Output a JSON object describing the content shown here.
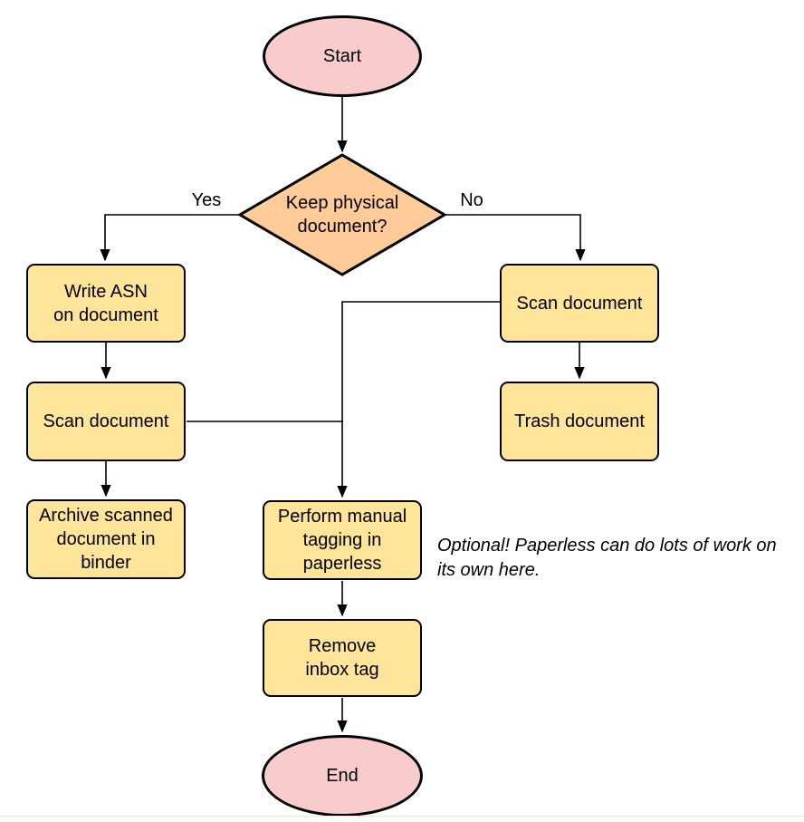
{
  "diagram": {
    "type": "flowchart",
    "nodes": {
      "start": {
        "label": "Start",
        "shape": "ellipse",
        "fill": "#F8CCCC"
      },
      "decision": {
        "label": "Keep physical\ndocument?",
        "shape": "diamond",
        "fill": "#FFCC99"
      },
      "write_asn": {
        "label": "Write ASN\non document",
        "shape": "process",
        "fill": "#FFE599"
      },
      "scan_left": {
        "label": "Scan document",
        "shape": "process",
        "fill": "#FFE599"
      },
      "archive": {
        "label": "Archive scanned\ndocument in\nbinder",
        "shape": "process",
        "fill": "#FFE599"
      },
      "scan_right": {
        "label": "Scan document",
        "shape": "process",
        "fill": "#FFE599"
      },
      "trash": {
        "label": "Trash document",
        "shape": "process",
        "fill": "#FFE599"
      },
      "tagging": {
        "label": "Perform manual\ntagging in\npaperless",
        "shape": "process",
        "fill": "#FFE599"
      },
      "remove_tag": {
        "label": "Remove\ninbox tag",
        "shape": "process",
        "fill": "#FFE599"
      },
      "end": {
        "label": "End",
        "shape": "ellipse",
        "fill": "#F8CCCC"
      }
    },
    "edge_labels": {
      "yes": "Yes",
      "no": "No"
    },
    "edges": [
      "start -> decision",
      "decision -> write_asn (Yes)",
      "write_asn -> scan_left",
      "scan_left -> archive",
      "decision -> scan_right (No)",
      "scan_right -> trash",
      "scan_right -> tagging",
      "scan_left -> tagging",
      "tagging -> remove_tag",
      "remove_tag -> end"
    ],
    "annotation": "Optional! Paperless can do lots of work on\nits own here.",
    "colors": {
      "terminal_fill": "#F8CCCC",
      "decision_fill": "#FFCC99",
      "process_fill": "#FFE599",
      "stroke": "#000000",
      "background": "#FFFFFF",
      "page_edge_line": "#E8E8E6"
    }
  }
}
